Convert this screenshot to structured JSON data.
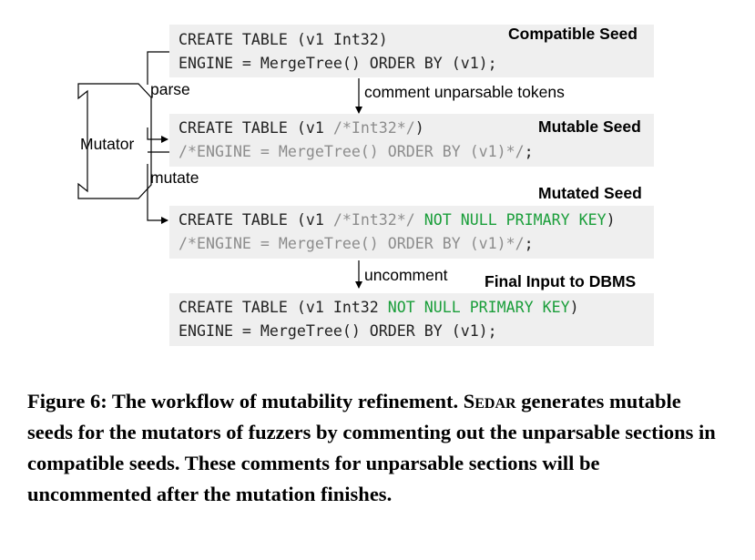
{
  "seeds": {
    "compatible": {
      "title": "Compatible Seed",
      "line1": "CREATE TABLE (v1 Int32)",
      "line2": "ENGINE = MergeTree() ORDER BY (v1);"
    },
    "mutable": {
      "title": "Mutable Seed",
      "line1_a": "CREATE TABLE (v1 ",
      "line1_b": "/*Int32*/",
      "line1_c": ")",
      "line2_a": "/*ENGINE = MergeTree() ORDER BY (v1)*/",
      "line2_b": ";"
    },
    "mutated": {
      "title": "Mutated Seed",
      "line1_a": "CREATE TABLE (v1 ",
      "line1_b": "/*Int32*/",
      "line1_c": " NOT NULL PRIMARY KEY",
      "line1_d": ")",
      "line2_a": "/*ENGINE = MergeTree() ORDER BY (v1)*/",
      "line2_b": ";"
    },
    "final": {
      "title": "Final Input to DBMS",
      "line1_a": "CREATE TABLE (v1 Int32 ",
      "line1_b": "NOT NULL PRIMARY KEY",
      "line1_c": ")",
      "line2": "ENGINE = MergeTree() ORDER BY (v1);"
    }
  },
  "labels": {
    "mutator": "Mutator",
    "parse": "parse",
    "mutate": "mutate",
    "comment_step": "comment unparsable tokens",
    "uncomment_step": "uncomment"
  },
  "caption": {
    "prefix": "Figure 6: The workflow of mutability refinement.",
    "system": "Sedar",
    "body": "generates mutable seeds for the mutators of fuzzers by commenting out the unparsable sections in compatible seeds. These comments for unparsable sections will be uncommented after the mutation finishes."
  },
  "colors": {
    "box_bg": "#efefef",
    "comment_gray": "#8c8c8c",
    "added_green": "#1a9e3a"
  }
}
